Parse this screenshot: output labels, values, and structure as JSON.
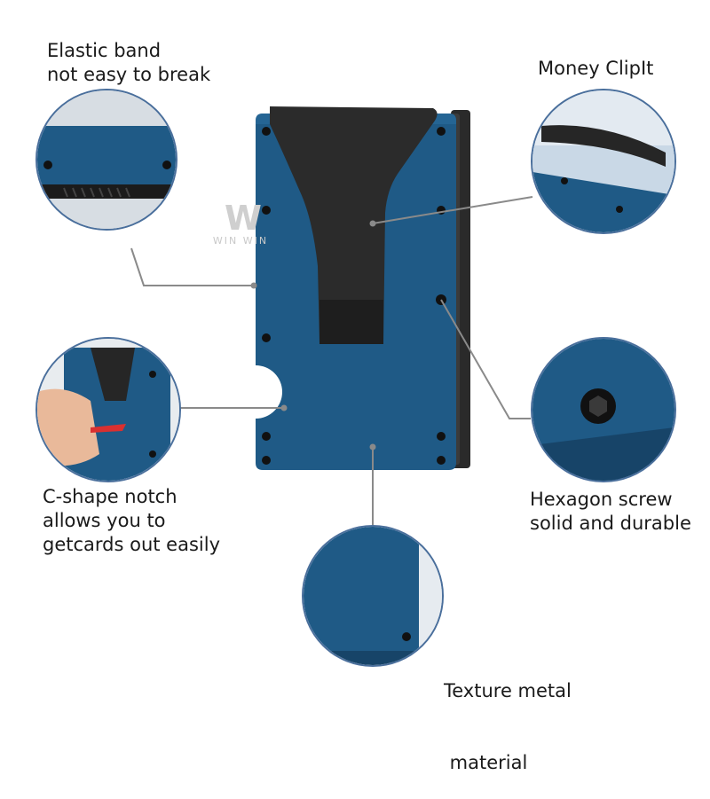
{
  "labels": {
    "elastic": [
      "Elastic band",
      "not easy to break"
    ],
    "money_clip": "Money ClipIt",
    "notch": [
      "C-shape notch",
      "allows you to",
      "getcards out easily"
    ],
    "screw": [
      "Hexagon screw",
      "solid and durable"
    ],
    "texture": [
      "Texture metal",
      " material"
    ]
  },
  "watermark": {
    "mark": "W",
    "text": "WIN WIN"
  },
  "colors": {
    "wallet_blue": "#1f5a86",
    "wallet_dark": "#174468",
    "clip_black": "#2b2b2b",
    "line_gray": "#8a8a8a",
    "ring_blue": "#4a6f9c"
  }
}
